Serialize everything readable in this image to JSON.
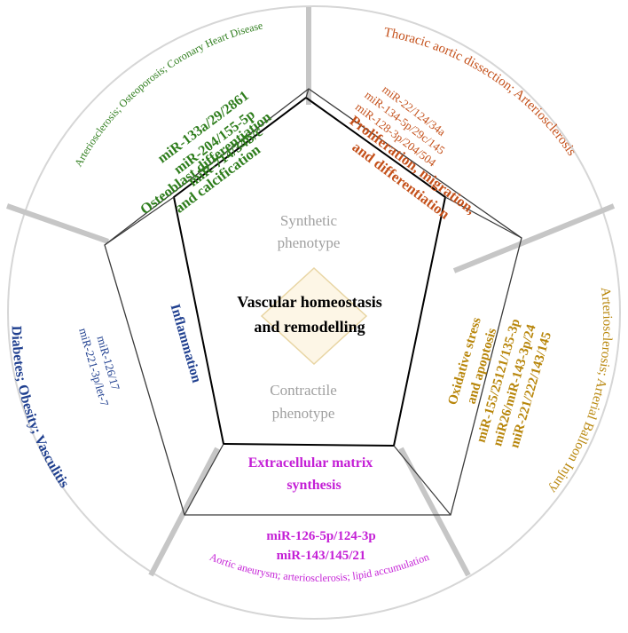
{
  "center": {
    "title_line1": "Vascular homeostasis",
    "title_line2": "and remodelling",
    "top_line1": "Synthetic",
    "top_line2": "phenotype",
    "bottom_line1": "Contractile",
    "bottom_line2": "phenotype"
  },
  "segments": {
    "green": {
      "color": "#2e7d1c",
      "process_line1": "Osteoblast differentiation",
      "process_line2": "and calcification",
      "mirna_line1": "miR-133a/29/2861",
      "mirna_line2": "miR-204/155-5p",
      "mirna_line3": "miR-714/34b/c",
      "disease": "Arteriosclerosis; Osteoporosis; Coronary Heart Disease"
    },
    "orange": {
      "color": "#c4501a",
      "process_line1": "Proliferation, migration,",
      "process_line2": "and differentiation",
      "mirna_line1": "miR-22/124/34a",
      "mirna_line2": "miR-134-5p/29c/145",
      "mirna_line3": "miR-128-3p/204/504",
      "disease": "Thoracic aortic dissection; Arteriosclerosis"
    },
    "gold": {
      "color": "#b8860b",
      "process_line1": "Oxidative stress",
      "process_line2": "and apoptosis",
      "mirna_line1": "miR-155/25121/135-3p",
      "mirna_line2": "miR26/miR-143-3p/24",
      "mirna_line3": "miR-221/222/143/145",
      "disease": "Arteriosclerosis; Arterial Balloon Injury"
    },
    "magenta": {
      "color": "#c41fd6",
      "process_line1": "Extracellular matrix",
      "process_line2": "synthesis",
      "mirna_line1": "miR-126-5p/124-3p",
      "mirna_line2": "miR-143/145/21",
      "disease": "Aortic aneurysm; arteriosclerosis; lipid accumulation"
    },
    "blue": {
      "color": "#1f3f8f",
      "process_line1": "Inflammation",
      "mirna_line1": "miR-126/17",
      "mirna_line2": "miR-221-3p/let-7",
      "disease": "Diabetes; Obesity; Vasculitis"
    }
  }
}
